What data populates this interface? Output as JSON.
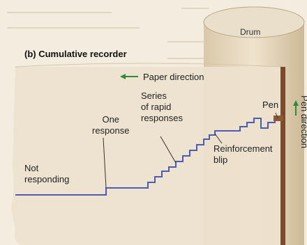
{
  "diagram": {
    "title": "(b) Cumulative recorder",
    "drum_label": "Drum",
    "paper_direction_label": "Paper direction",
    "pen_label": "Pen",
    "pen_direction_label": "Pen direction",
    "labels": {
      "one_response": [
        "One",
        "response"
      ],
      "series_rapid": [
        "Series",
        "of rapid",
        "responses"
      ],
      "not_responding": [
        "Not",
        "responding"
      ],
      "reinforcement_blip": [
        "Reinforcement",
        "blip"
      ]
    },
    "colors": {
      "paper": "#ede2cf",
      "drum": "#e9dcc6",
      "trace": "#4a5db3",
      "arrow_green": "#2e8b3a",
      "pen_brown": "#7a4a2a"
    },
    "icons": [
      "arrow-left-icon",
      "arrow-up-icon",
      "pen-icon"
    ]
  }
}
